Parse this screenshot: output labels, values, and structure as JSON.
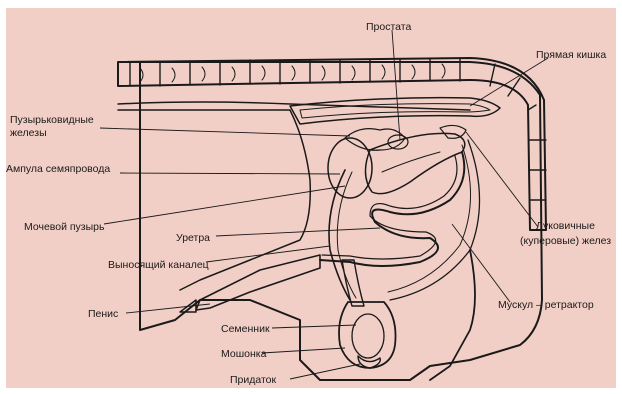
{
  "labels": {
    "prostate": "Простата",
    "rectum": "Прямая кишка",
    "vesicular_glands_1": "Пузырьковидные",
    "vesicular_glands_2": "железы",
    "ampulla": "Ампула семяпровода",
    "bladder": "Мочевой пузырь",
    "urethra": "Уретра",
    "vas_deferens": "Выносящий каналец",
    "penis": "Пенис",
    "testis": "Семенник",
    "scrotum": "Мошонка",
    "epididymis": "Придаток",
    "bulbourethral_1": "Луковичные",
    "bulbourethral_2": "(куперовые) желез",
    "retractor_muscle": "Мускул – ретрактор"
  },
  "colors": {
    "background": "#f2cfc6",
    "frame": "#ffffff",
    "ink": "#1a1a1a",
    "tissue": "#e9c7bc",
    "dark_fill": "#3a3030",
    "rectum_fill": "#5a4a48",
    "organ_light": "#f4dcd3"
  }
}
